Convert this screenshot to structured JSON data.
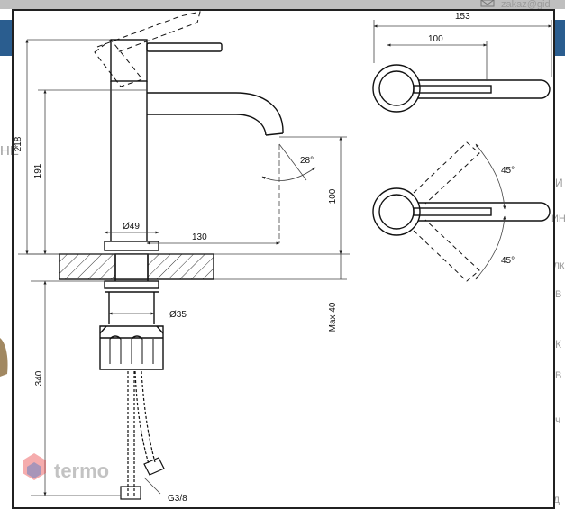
{
  "background_site": {
    "email_fragment": "zakaz@gid",
    "side_fragments": [
      "НЕ",
      "И",
      "ИН",
      "лк",
      "В",
      "К",
      "В",
      "ч",
      "д"
    ],
    "watermark_text": "termo"
  },
  "drawing": {
    "dimensions": {
      "total_height": "218",
      "spout_height": "191",
      "spout_clearance": "100",
      "body_diameter": "Ø49",
      "spout_reach": "130",
      "spout_angle": "28°",
      "shank_diameter": "Ø35",
      "max_deck": "Max 40",
      "hose_length": "340",
      "thread": "G3/8",
      "top_width_total": "153",
      "top_width_handle": "100",
      "handle_angle_top": "45°",
      "handle_angle_bottom": "45°"
    }
  },
  "colors": {
    "line": "#111111",
    "dim_line": "#444444",
    "background": "#ffffff",
    "site_band": "#2a5d8f",
    "watermark_red": "#e8484a",
    "watermark_blue": "#4b79c8",
    "frame_dark": "#202020"
  }
}
